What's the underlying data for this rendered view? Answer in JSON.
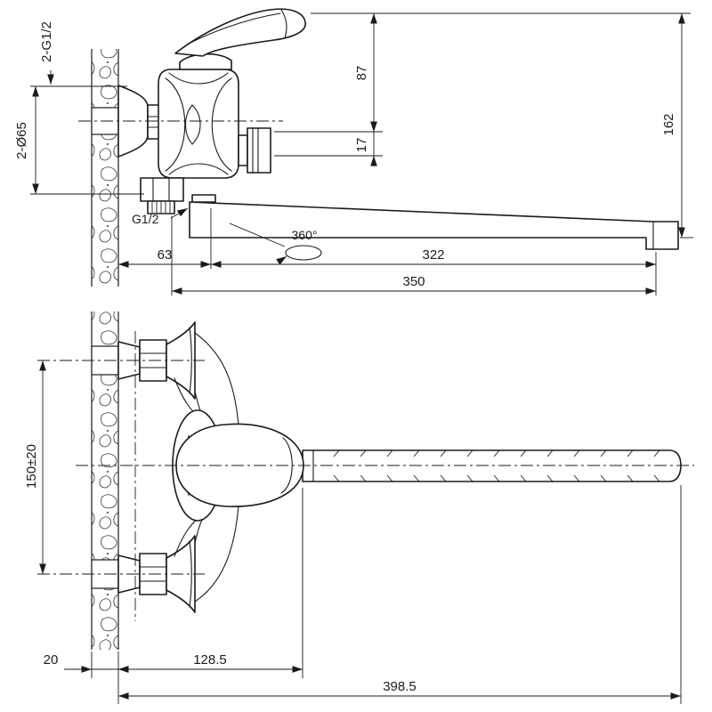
{
  "drawing": {
    "type": "faucet-technical-drawing",
    "line_color": "#1b1b1b",
    "background": "#ffffff",
    "side_view": {
      "dims": {
        "wall_thread": "2-G1/2",
        "flange_diameter": "2-Ø65",
        "handle_height": "87",
        "outlet_offset": "17",
        "total_height": "162",
        "spout_thread": "G1/2",
        "swivel_angle": "360°",
        "wall_to_pivot": "63",
        "spout_reach": "322",
        "total_reach": "350"
      }
    },
    "plan_view": {
      "dims": {
        "center_distance": "150±20",
        "wall_thickness": "20",
        "wall_to_spout": "128.5",
        "total_length": "398.5"
      }
    }
  }
}
